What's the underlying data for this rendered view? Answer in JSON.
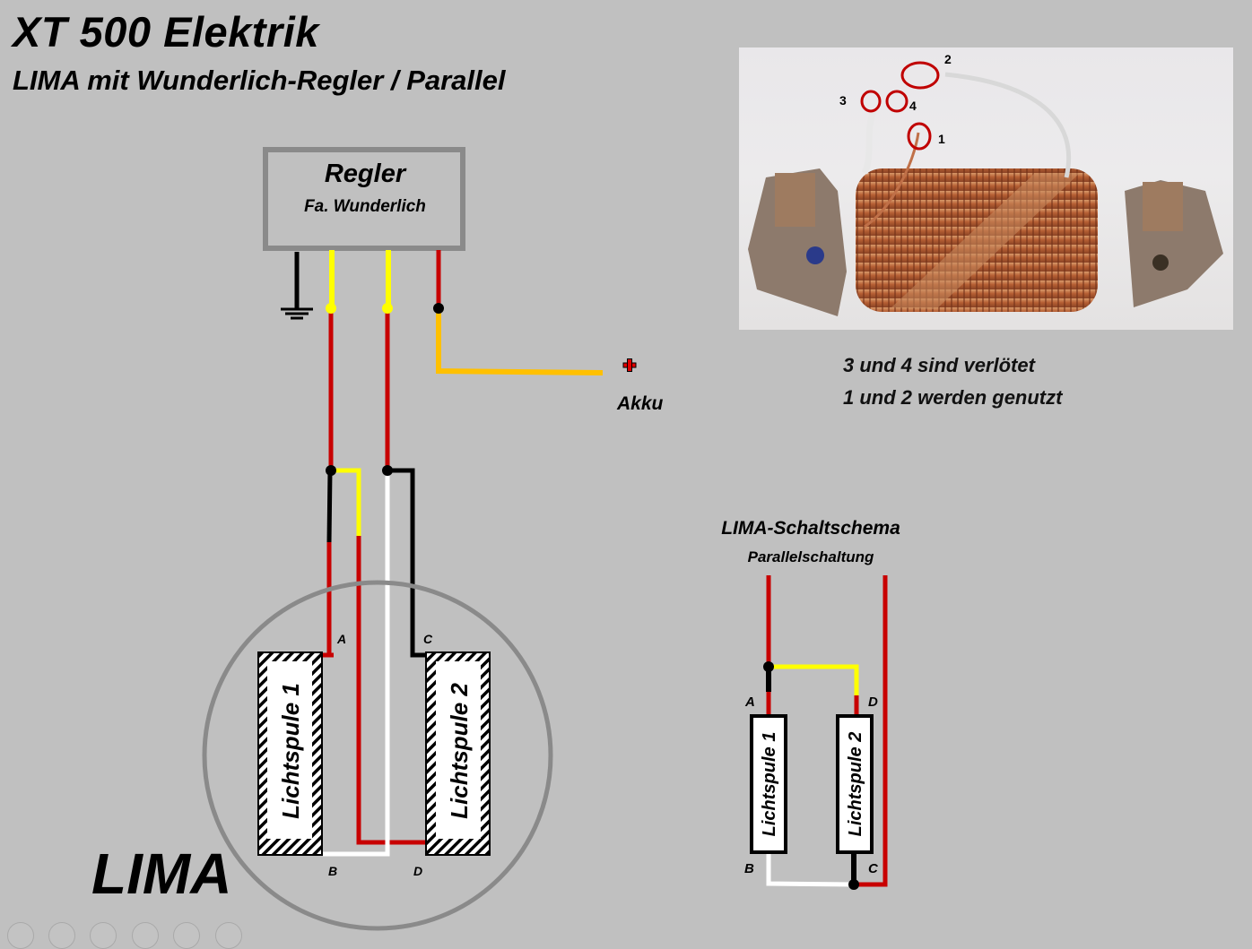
{
  "header": {
    "title": "XT 500 Elektrik",
    "subtitle": "LIMA mit Wunderlich-Regler / Parallel"
  },
  "regulator": {
    "title": "Regler",
    "maker": "Fa. Wunderlich"
  },
  "battery": {
    "symbol": "+",
    "label": "Akku"
  },
  "alternator": {
    "label": "LIMA",
    "coil1": "Lichtspule 1",
    "coil2": "Lichtspule 2",
    "terminals": {
      "a": "A",
      "b": "B",
      "c": "C",
      "d": "D"
    }
  },
  "photo": {
    "markers": [
      "1",
      "2",
      "3",
      "4"
    ]
  },
  "photo_notes": {
    "line1": "3 und 4 sind verlötet",
    "line2": "1 und 2 werden genutzt"
  },
  "schematic": {
    "title": "LIMA-Schaltschema",
    "subtitle": "Parallelschaltung",
    "coil1": "Lichtspule 1",
    "coil2": "Lichtspule 2",
    "terminals": {
      "a": "A",
      "b": "B",
      "c": "C",
      "d": "D"
    }
  },
  "colors": {
    "background": "#c0c0c0",
    "wire_red": "#c80000",
    "wire_yellow": "#ffff00",
    "wire_orange": "#ffc000",
    "wire_black": "#000000",
    "wire_white": "#ffffff",
    "outline_gray": "#8a8a8a"
  },
  "slide_nav": {
    "count": 6
  }
}
